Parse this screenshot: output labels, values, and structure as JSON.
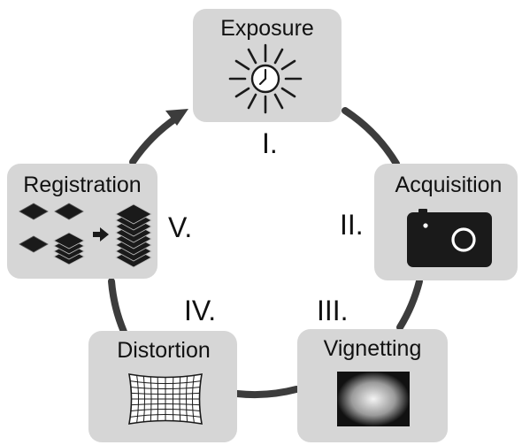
{
  "colors": {
    "cycle_ring": "#3c3c3c",
    "box_fill": "#d6d6d6",
    "icon_dark": "#1a1a1a",
    "background": "#ffffff"
  },
  "stages": [
    {
      "id": "exposure",
      "label": "Exposure",
      "numeral": "I.",
      "icon": "sun-clock-icon"
    },
    {
      "id": "acquisition",
      "label": "Acquisition",
      "numeral": "II.",
      "icon": "camera-icon"
    },
    {
      "id": "vignetting",
      "label": "Vignetting",
      "numeral": "III.",
      "icon": "vignette-gradient-icon"
    },
    {
      "id": "distortion",
      "label": "Distortion",
      "numeral": "IV.",
      "icon": "distorted-grid-icon"
    },
    {
      "id": "registration",
      "label": "Registration",
      "numeral": "V.",
      "icon": "image-stack-icon"
    }
  ]
}
